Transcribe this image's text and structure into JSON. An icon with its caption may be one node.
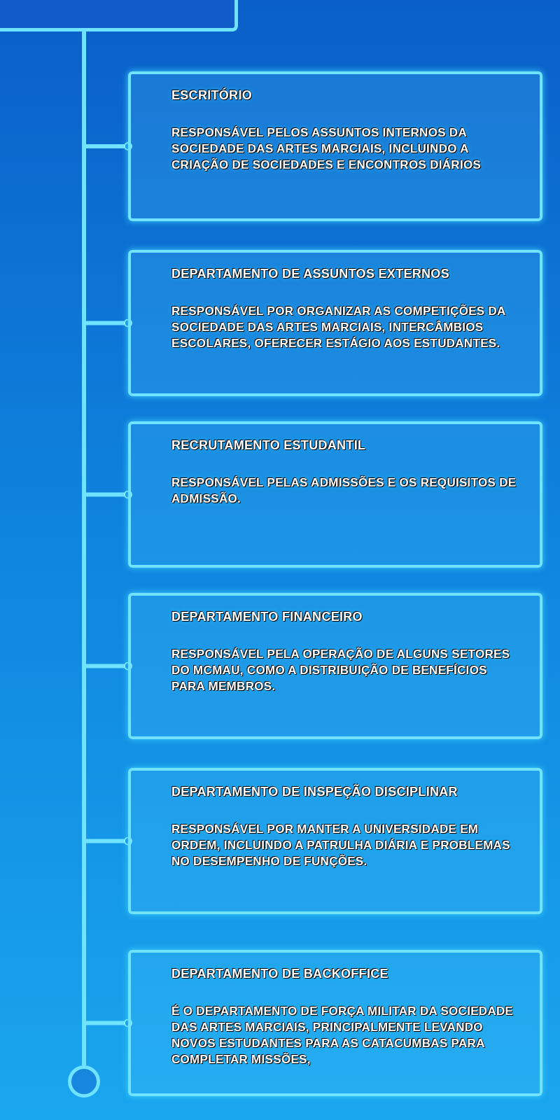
{
  "diagram": {
    "nodes": [
      {
        "text": [],
        "shape": "box"
      },
      {
        "text": [
          "ESCRITÓRIO",
          "RESPONSÁVEL PELOS ASSUNTOS INTERNOS DA SOCIEDADE DAS ARTES MARCIAIS, INCLUINDO A CRIAÇÃO DE SOCIEDADES E ENCONTROS DIÁRIOS"
        ]
      },
      {
        "text": [
          "DEPARTAMENTO DE ASSUNTOS EXTERNOS",
          "RESPONSÁVEL POR ORGANIZAR AS COMPETIÇÕES DA SOCIEDADE DAS ARTES MARCIAIS, INTERCÂMBIOS ESCOLARES, OFERECER ESTÁGIO AOS ESTUDANTES."
        ]
      },
      {
        "text": [
          "RECRUTAMENTO ESTUDANTIL",
          "RESPONSÁVEL PELAS ADMISSÕES E OS REQUISITOS DE ADMISSÃO."
        ]
      },
      {
        "text": [
          "DEPARTAMENTO FINANCEIRO",
          "RESPONSÁVEL PELA OPERAÇÃO DE ALGUNS SETORES DO MCMAU, COMO A DISTRIBUIÇÃO DE BENEFÍCIOS PARA MEMBROS."
        ]
      },
      {
        "text": [
          "DEPARTAMENTO DE INSPEÇÃO DISCIPLINAR",
          "RESPONSÁVEL POR MANTER A UNIVERSIDADE EM ORDEM, INCLUINDO A PATRULHA DIÁRIA E PROBLEMAS NO DESEMPENHO DE FUNÇÕES."
        ]
      },
      {
        "text": [
          "DEPARTAMENTO DE BACKOFFICE",
          "É O DEPARTAMENTO DE FORÇA MILITAR DA SOCIEDADE DAS ARTES MARCIAIS, PRINCIPALMENTE LEVANDO NOVOS ESTUDANTES PARA AS CATACUMBAS PARA COMPLETAR MISSÕES,"
        ]
      },
      {
        "text": [],
        "shape": "circle"
      }
    ],
    "edges": [
      {
        "from": 0,
        "to": 1,
        "arrow": "other"
      },
      {
        "from": 0,
        "to": 2,
        "arrow": "other"
      },
      {
        "from": 0,
        "to": 3,
        "arrow": "other"
      },
      {
        "from": 0,
        "to": 4,
        "arrow": "other"
      },
      {
        "from": 0,
        "to": 5,
        "arrow": "other"
      },
      {
        "from": 0,
        "to": 6,
        "arrow": "other"
      },
      {
        "from": 0,
        "to": 7,
        "arrow": "none"
      }
    ]
  }
}
